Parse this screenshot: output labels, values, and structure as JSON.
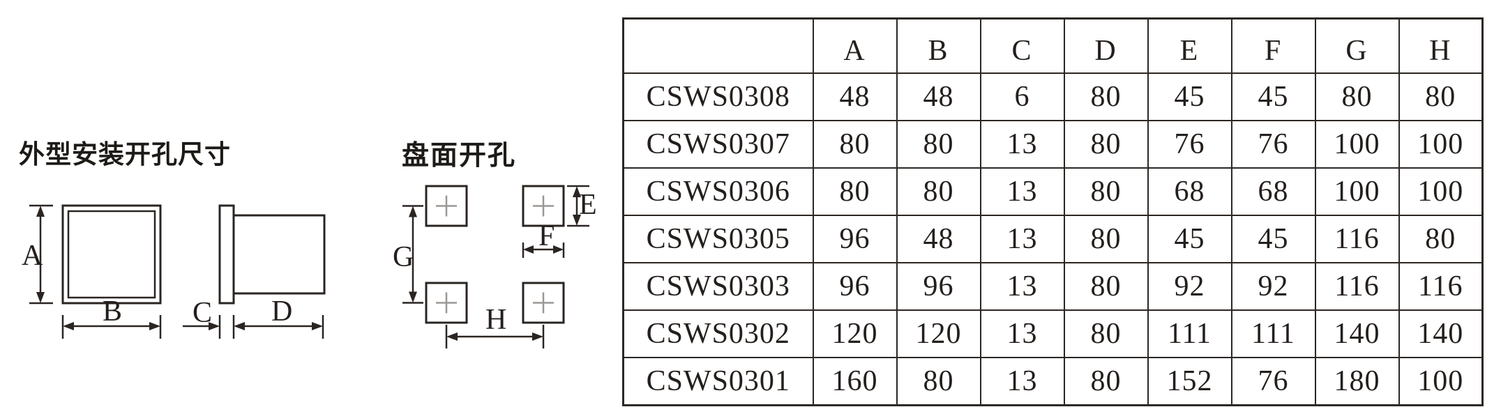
{
  "drawings": {
    "outline_title": "外型安装开孔尺寸",
    "cutout_title": "盘面开孔",
    "dim_labels": {
      "height": "A",
      "width": "B",
      "bezel_depth": "C",
      "body_depth": "D",
      "hole_height": "E",
      "hole_width": "F",
      "vertical_pitch": "G",
      "horizontal_pitch": "H"
    }
  },
  "table": {
    "corner_label": "",
    "columns": [
      "A",
      "B",
      "C",
      "D",
      "E",
      "F",
      "G",
      "H"
    ],
    "rows": [
      {
        "model": "CSWS0308",
        "values": [
          "48",
          "48",
          "6",
          "80",
          "45",
          "45",
          "80",
          "80"
        ]
      },
      {
        "model": "CSWS0307",
        "values": [
          "80",
          "80",
          "13",
          "80",
          "76",
          "76",
          "100",
          "100"
        ]
      },
      {
        "model": "CSWS0306",
        "values": [
          "80",
          "80",
          "13",
          "80",
          "68",
          "68",
          "100",
          "100"
        ]
      },
      {
        "model": "CSWS0305",
        "values": [
          "96",
          "48",
          "13",
          "80",
          "45",
          "45",
          "116",
          "80"
        ]
      },
      {
        "model": "CSWS0303",
        "values": [
          "96",
          "96",
          "13",
          "80",
          "92",
          "92",
          "116",
          "116"
        ]
      },
      {
        "model": "CSWS0302",
        "values": [
          "120",
          "120",
          "13",
          "80",
          "111",
          "111",
          "140",
          "140"
        ]
      },
      {
        "model": "CSWS0301",
        "values": [
          "160",
          "80",
          "13",
          "80",
          "152",
          "76",
          "180",
          "100"
        ]
      }
    ]
  }
}
